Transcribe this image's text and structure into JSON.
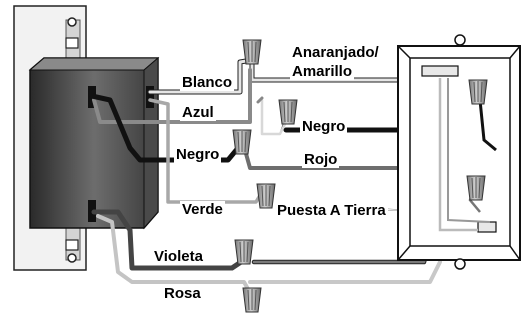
{
  "labels": {
    "anaranjado": "Anaranjado/",
    "amarillo": "Amarillo",
    "blanco": "Blanco",
    "azul": "Azul",
    "negro_right": "Negro",
    "negro_left": "Negro",
    "rojo": "Rojo",
    "verde": "Verde",
    "puesta": "Puesta A Tierra",
    "violeta": "Violeta",
    "rosa": "Rosa"
  },
  "wire_colors": {
    "white": "#e6e6e6",
    "light_gray": "#c4c4c4",
    "gray": "#8a8a8a",
    "dark": "#262626",
    "black": "#111111"
  },
  "icons": {
    "connector": "wire-nut-icon",
    "screw": "mounting-screw-icon"
  }
}
